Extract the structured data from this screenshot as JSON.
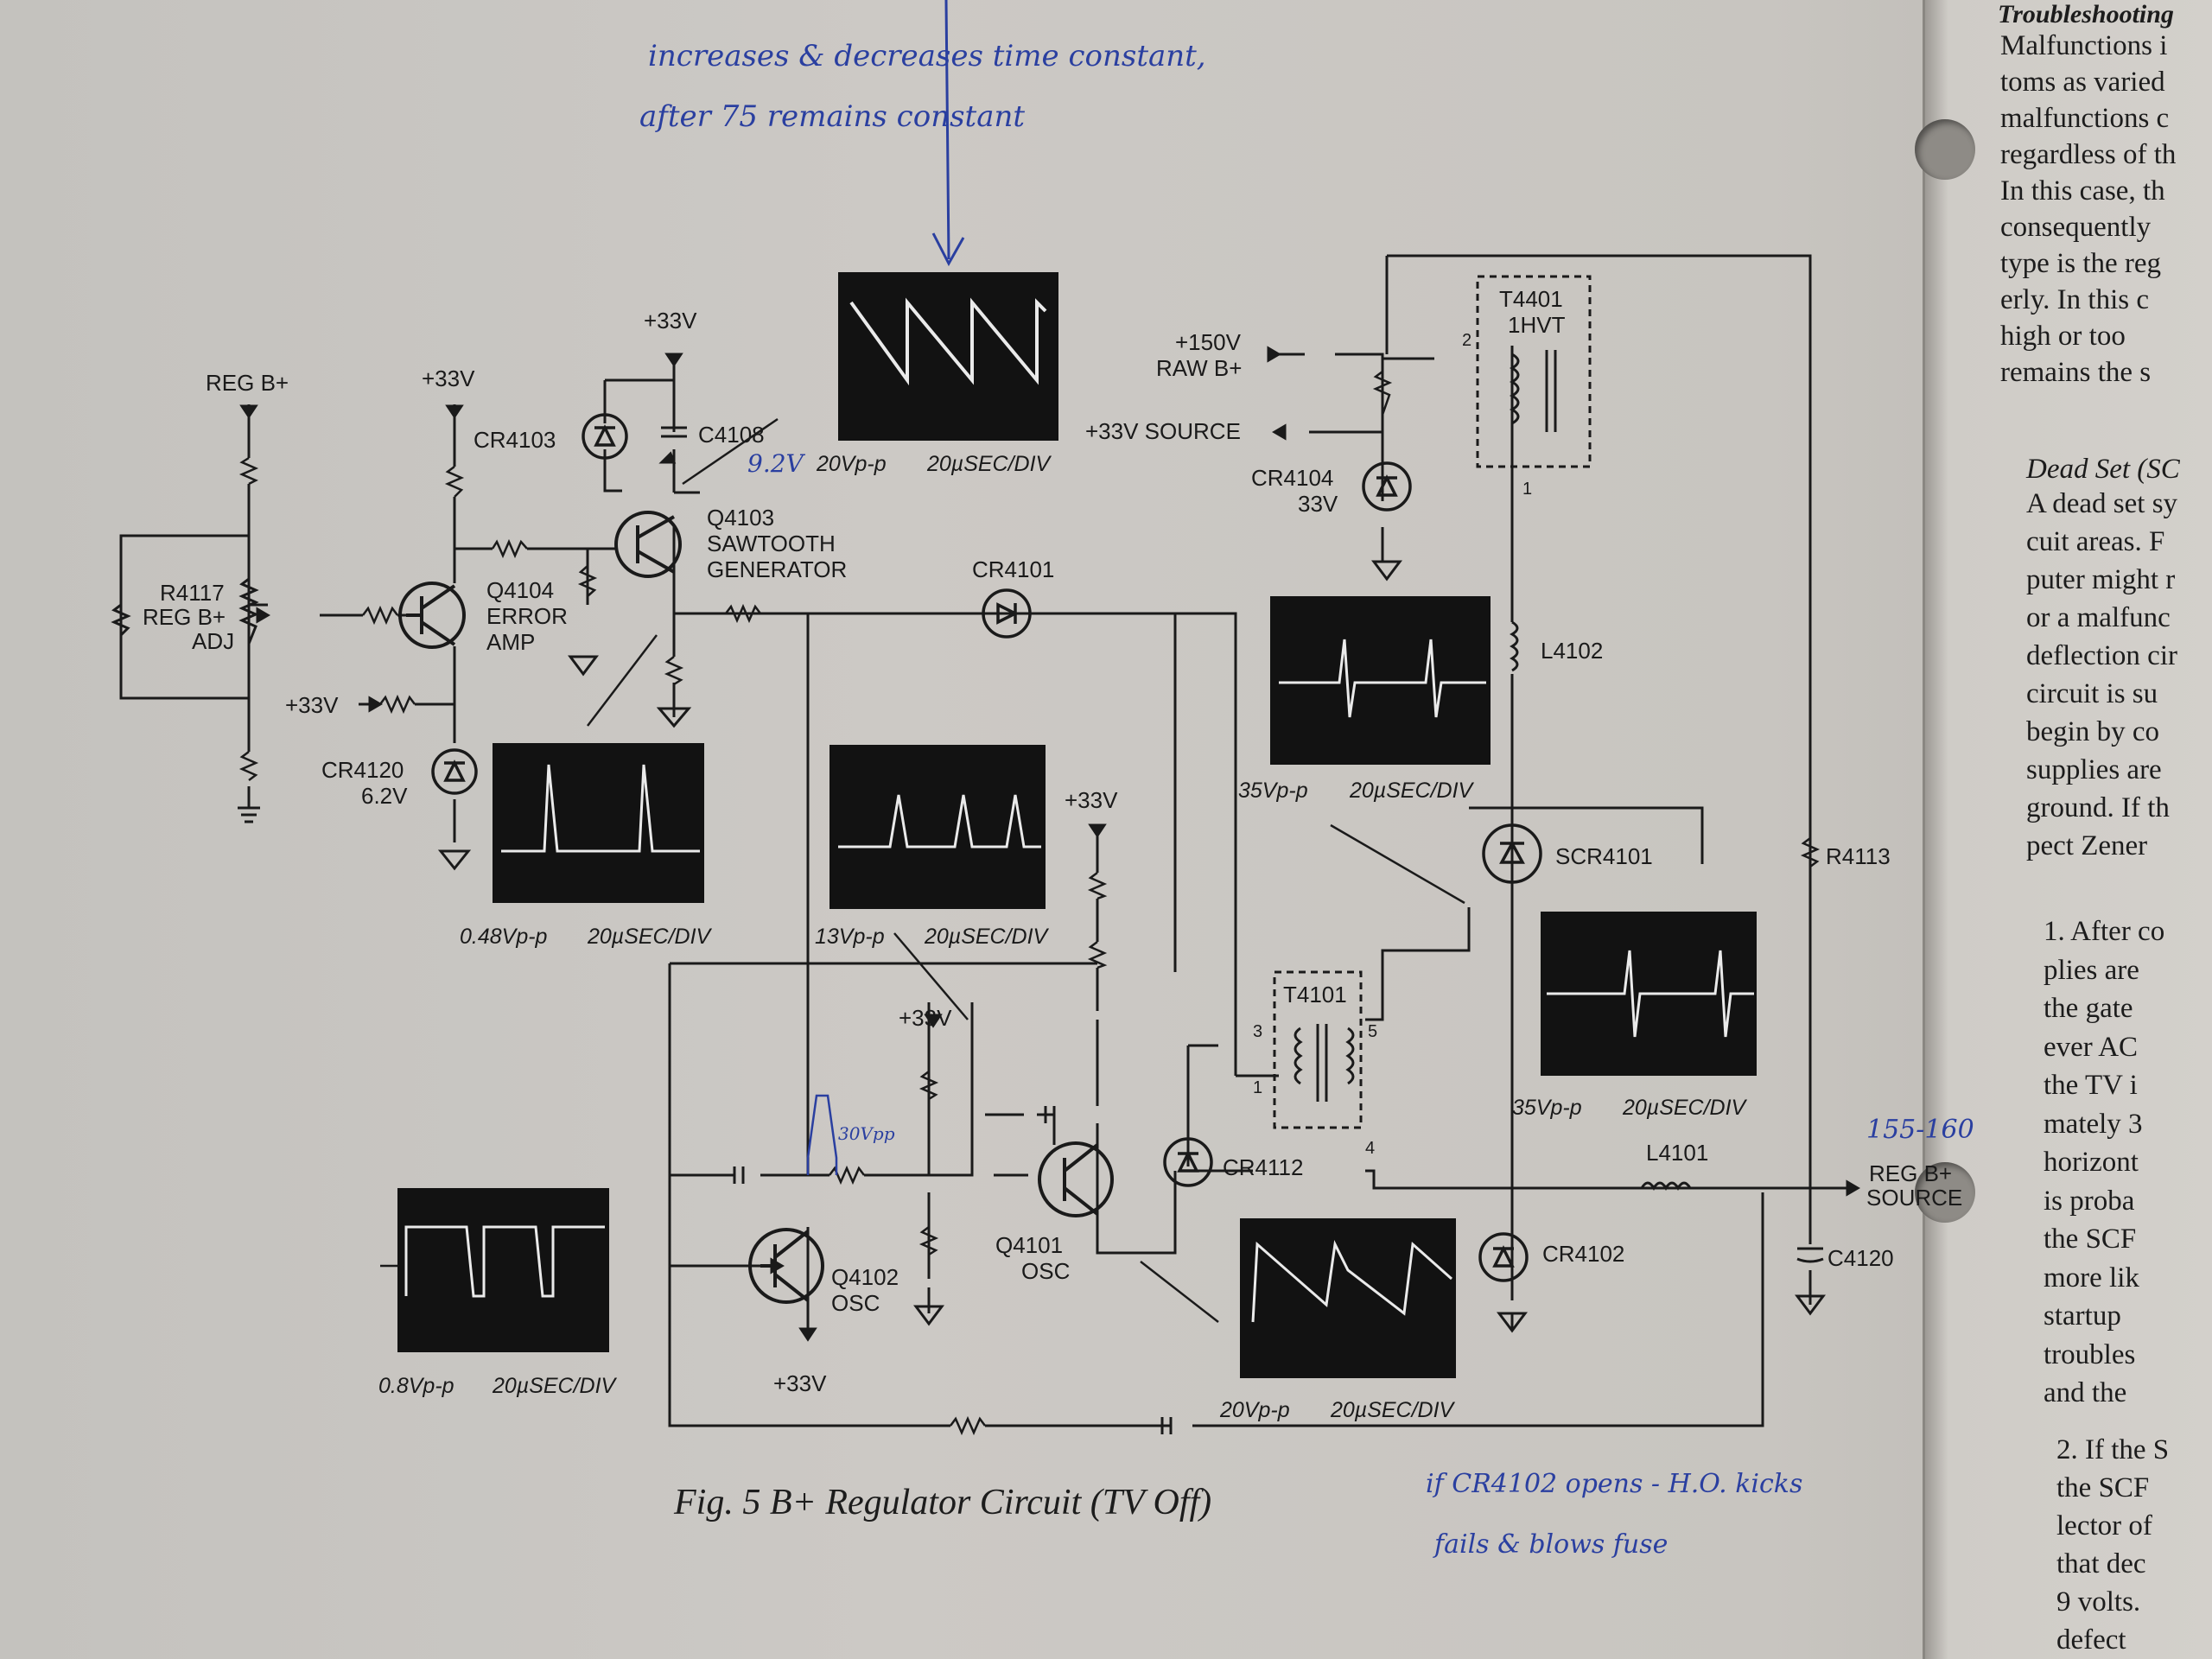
{
  "figure": {
    "caption": "Fig. 5 B+ Regulator Circuit (TV Off)"
  },
  "handwritten": {
    "top_line1": "increases & decreases time constant,",
    "top_line2": "after 75 remains constant",
    "q4103_note": "9.2V",
    "q4102_note": "30Vpp",
    "reg_b_note": "155-160",
    "bottom_line1": "if CR4102 opens - H.O. kicks",
    "bottom_line2": "fails & blows fuse"
  },
  "components": {
    "reg_b_plus": "REG B+",
    "v33_1": "+33V",
    "v33_2": "+33V",
    "v33_3": "+33V",
    "v33_4": "+33V",
    "v33_5": "+33V",
    "v33_6": "+33V",
    "cr4103": "CR4103",
    "c4108": "C4108",
    "q4103": [
      "Q4103",
      "SAWTOOTH",
      "GENERATOR"
    ],
    "q4104": [
      "Q4104",
      "ERROR",
      "AMP"
    ],
    "r4117": [
      "R4117",
      "REG B+",
      "ADJ"
    ],
    "cr4120": [
      "CR4120",
      "6.2V"
    ],
    "cr4101": "CR4101",
    "raw_b": [
      "+150V",
      "RAW B+"
    ],
    "v33_source": "+33V SOURCE",
    "cr4104": [
      "CR4104",
      "33V"
    ],
    "t4401": [
      "T4401",
      "1HVT"
    ],
    "l4102": "L4102",
    "scr4101": "SCR4101",
    "r4113": "R4113",
    "t4101": "T4101",
    "cr4112": "CR4112",
    "q4101": [
      "Q4101",
      "OSC"
    ],
    "q4102": [
      "Q4102",
      "OSC"
    ],
    "l4101": "L4101",
    "reg_b_source": [
      "REG B+",
      "SOURCE"
    ],
    "cr4102": "CR4102",
    "c4120": "C4120",
    "pins": {
      "t4401_2": "2",
      "t4401_1": "1",
      "t4101_3": "3",
      "t4101_5": "5",
      "t4101_1": "1",
      "t4101_4": "4"
    }
  },
  "scopes": [
    {
      "id": "sawtooth",
      "amplitude": "20Vp-p",
      "timebase": "20µSEC/DIV"
    },
    {
      "id": "error",
      "amplitude": "0.48Vp-p",
      "timebase": "20µSEC/DIV"
    },
    {
      "id": "cr4101",
      "amplitude": "13Vp-p",
      "timebase": "20µSEC/DIV"
    },
    {
      "id": "l4102",
      "amplitude": "35Vp-p",
      "timebase": "20µSEC/DIV"
    },
    {
      "id": "scr",
      "amplitude": "35Vp-p",
      "timebase": "20µSEC/DIV"
    },
    {
      "id": "q4102",
      "amplitude": "0.8Vp-p",
      "timebase": "20µSEC/DIV"
    },
    {
      "id": "q4101",
      "amplitude": "20Vp-p",
      "timebase": "20µSEC/DIV"
    }
  ],
  "right_page": {
    "heading": "Troubleshooting",
    "lines": [
      "Malfunctions i",
      "toms as varied",
      "malfunctions c",
      "regardless of th",
      "In this case, th",
      "consequently",
      "type is the reg",
      "erly. In this c",
      "high or too",
      "remains the s"
    ],
    "subheading": "Dead Set (SC",
    "lines2": [
      "A dead set sy",
      "cuit areas. F",
      "puter might r",
      "or a malfunc",
      "deflection cir",
      "circuit is su",
      "begin by co",
      "supplies are",
      "ground. If th",
      "pect Zener"
    ],
    "item1": [
      "1. After co",
      "plies are",
      "the gate",
      "ever AC",
      "the TV i",
      "mately 3",
      "horizont",
      "is proba",
      "the SCF",
      "more lik",
      "startup",
      "troubles",
      "and the"
    ],
    "item2": [
      "2. If the S",
      "the SCF",
      "lector of",
      "that dec",
      "9 volts.",
      "defect"
    ]
  }
}
